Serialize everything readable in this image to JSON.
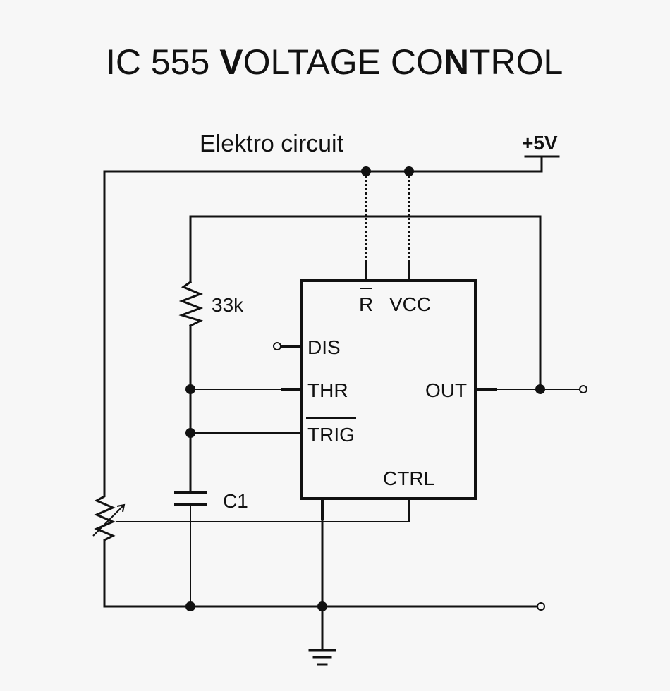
{
  "title": {
    "prefix": "IC 555 ",
    "v": "V",
    "oltage": "OLTAGE CO",
    "n": "N",
    "trol": "TROL"
  },
  "subtitle": "Elektro circuit",
  "supply_label": "+5V",
  "resistor_label": "33k",
  "capacitor_label": "C1",
  "ic": {
    "pin_reset": "R",
    "pin_vcc": "VCC",
    "pin_dis": "DIS",
    "pin_thr": "THR",
    "pin_trig": "TRIG",
    "pin_out": "OUT",
    "pin_ctrl": "CTRL"
  }
}
